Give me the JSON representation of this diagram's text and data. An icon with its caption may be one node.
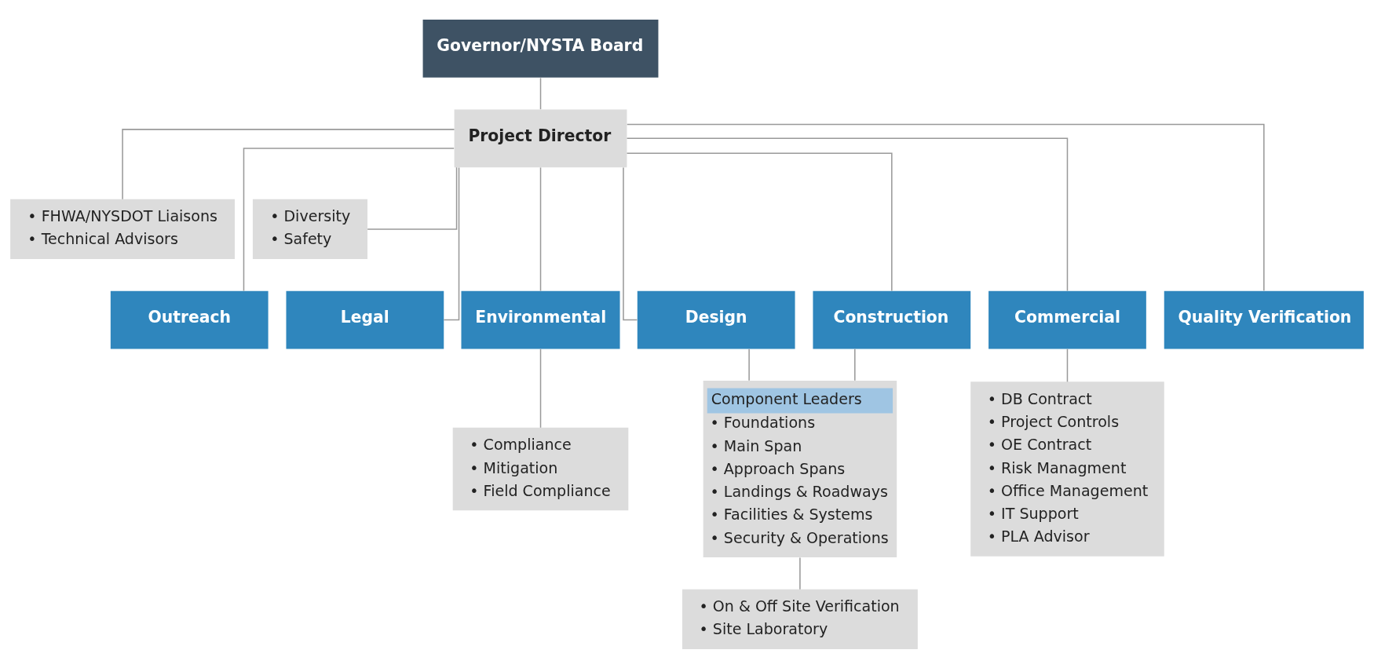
{
  "diagram": {
    "nodes": [
      {
        "text": [
          "Governor/NYSTA Board"
        ]
      },
      {
        "text": [
          "Project Director"
        ]
      },
      {
        "text": [
          "• FHWA/NYSDOT Liaisons",
          "• Technical Advisors"
        ]
      },
      {
        "text": [
          "• Diversity",
          "• Safety"
        ]
      },
      {
        "text": [
          "Outreach"
        ]
      },
      {
        "text": [
          "Legal"
        ]
      },
      {
        "text": [
          "Environmental"
        ]
      },
      {
        "text": [
          "Design"
        ]
      },
      {
        "text": [
          "Construction"
        ]
      },
      {
        "text": [
          "Commercial"
        ]
      },
      {
        "text": [
          "Quality Verification"
        ]
      },
      {
        "text": [
          "• Compliance",
          "• Mitigation",
          "• Field Compliance"
        ]
      },
      {
        "text": [
          "Component Leaders",
          "• Foundations",
          "• Main Span",
          "• Approach Spans",
          "• Landings & Roadways",
          "• Facilities & Systems",
          "• Security & Operations"
        ]
      },
      {
        "text": [
          "• On & Off Site Verification",
          "• Site Laboratory"
        ]
      },
      {
        "text": [
          "• DB Contract",
          "• Project Controls",
          "• OE Contract",
          "• Risk Managment",
          "• Office Management",
          "• IT Support",
          "• PLA Advisor"
        ]
      }
    ],
    "edges": [
      {
        "from": 0,
        "to": 1,
        "arrow": "none"
      },
      {
        "from": 1,
        "to": 2,
        "arrow": "none"
      },
      {
        "from": 1,
        "to": 3,
        "arrow": "none"
      },
      {
        "from": 1,
        "to": 4,
        "arrow": "none"
      },
      {
        "from": 1,
        "to": 5,
        "arrow": "none"
      },
      {
        "from": 1,
        "to": 6,
        "arrow": "none"
      },
      {
        "from": 1,
        "to": 7,
        "arrow": "none"
      },
      {
        "from": 1,
        "to": 8,
        "arrow": "none"
      },
      {
        "from": 1,
        "to": 9,
        "arrow": "none"
      },
      {
        "from": 1,
        "to": 10,
        "arrow": "none"
      },
      {
        "from": 6,
        "to": 11,
        "arrow": "none"
      },
      {
        "from": 7,
        "to": 12,
        "arrow": "none"
      },
      {
        "from": 8,
        "to": 12,
        "arrow": "none"
      },
      {
        "from": 12,
        "to": 13,
        "arrow": "none"
      },
      {
        "from": 9,
        "to": 14,
        "arrow": "none"
      }
    ]
  }
}
